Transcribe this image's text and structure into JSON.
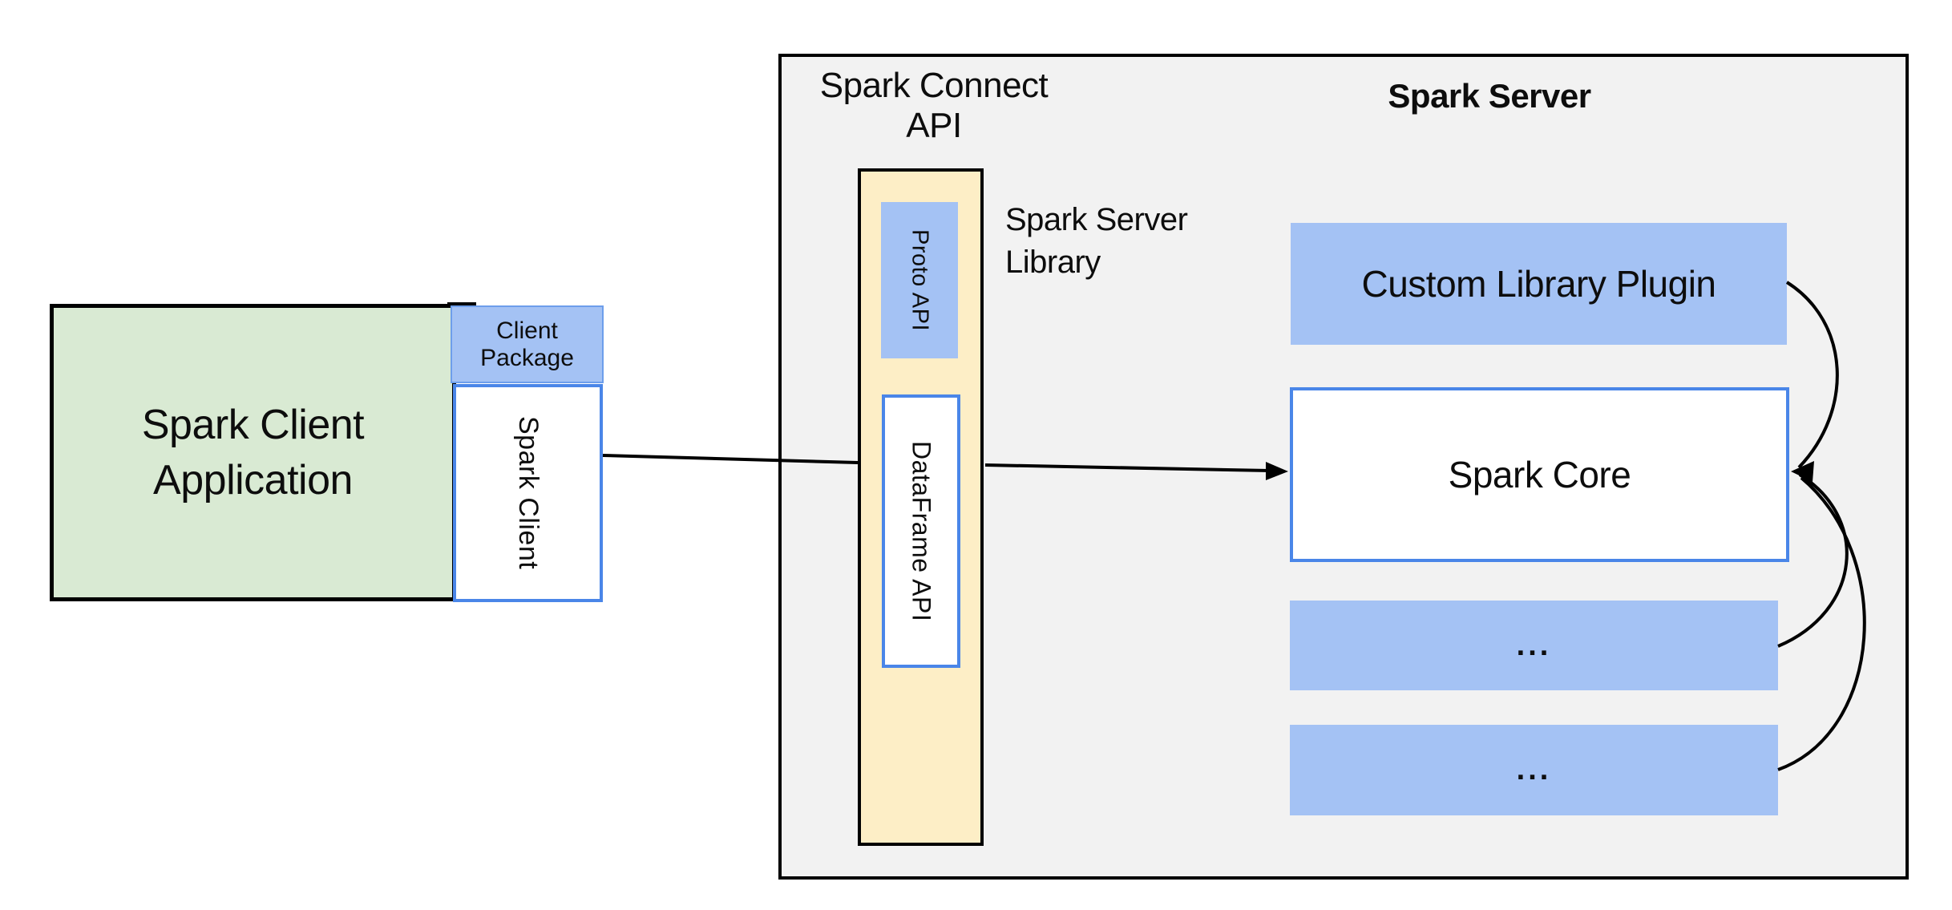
{
  "diagram": {
    "client": {
      "app_label": "Spark Client\nApplication",
      "package_label": "Client\nPackage",
      "client_label": "Spark Client"
    },
    "connect": {
      "api_label": "Spark Connect\nAPI",
      "proto_label": "Proto API",
      "dataframe_label": "DataFrame API",
      "library_label": "Spark Server\nLibrary"
    },
    "server": {
      "title": "Spark Server",
      "plugin_label": "Custom Library Plugin",
      "core_label": "Spark Core",
      "ellipsis_1": "...",
      "ellipsis_2": "..."
    },
    "colors": {
      "green_fill": "#d9ead3",
      "blue_fill": "#a4c2f4",
      "blue_border": "#4a86e8",
      "yellow_fill": "#fdeec6",
      "gray_fill": "#f2f2f2",
      "line": "#000000"
    }
  }
}
